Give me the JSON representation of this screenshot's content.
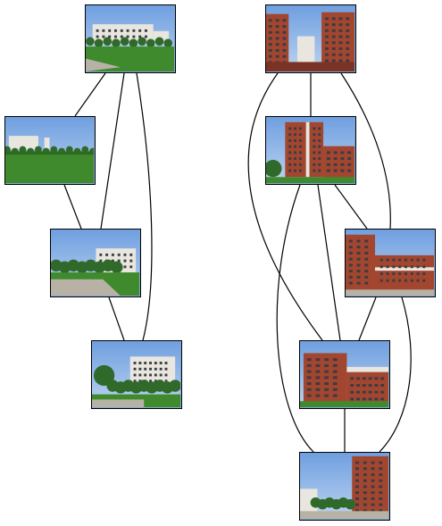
{
  "diagram": {
    "colors": {
      "edge": "#000000",
      "sky": "#6f9fe0",
      "sky_light": "#bcd3f0",
      "grass": "#3f8a2c",
      "grass_dark": "#2c6b1f",
      "trees": "#2f6a2a",
      "building_white": "#e8e6de",
      "building_brick": "#a2462f",
      "building_brick_dark": "#7a3324",
      "road": "#b8b2a6",
      "window": "#3b3b44"
    },
    "nodes": [
      {
        "id": "L1",
        "icon": "campus-lawn-photo-icon",
        "scene": "lawn-white-building"
      },
      {
        "id": "L2",
        "icon": "campus-field-photo-icon",
        "scene": "field-distant-building"
      },
      {
        "id": "L3",
        "icon": "campus-path-photo-icon",
        "scene": "path-white-building"
      },
      {
        "id": "L4",
        "icon": "campus-trees-photo-icon",
        "scene": "trees-white-building"
      },
      {
        "id": "R1",
        "icon": "brick-towers-photo-icon",
        "scene": "brick-towers"
      },
      {
        "id": "R2",
        "icon": "brick-building-photo-icon",
        "scene": "brick-corner"
      },
      {
        "id": "R3",
        "icon": "brick-wing-photo-icon",
        "scene": "brick-wing"
      },
      {
        "id": "R4",
        "icon": "brick-closeup-photo-icon",
        "scene": "brick-closeup"
      },
      {
        "id": "R5",
        "icon": "brick-street-photo-icon",
        "scene": "brick-street"
      }
    ],
    "edges": [
      [
        "L1",
        "L2"
      ],
      [
        "L1",
        "L3"
      ],
      [
        "L1",
        "L4"
      ],
      [
        "L2",
        "L3"
      ],
      [
        "L3",
        "L4"
      ],
      [
        "R1",
        "R2"
      ],
      [
        "R1",
        "R3"
      ],
      [
        "R1",
        "R4"
      ],
      [
        "R2",
        "R3"
      ],
      [
        "R2",
        "R4"
      ],
      [
        "R2",
        "R5"
      ],
      [
        "R3",
        "R4"
      ],
      [
        "R3",
        "R5"
      ],
      [
        "R4",
        "R5"
      ]
    ]
  }
}
